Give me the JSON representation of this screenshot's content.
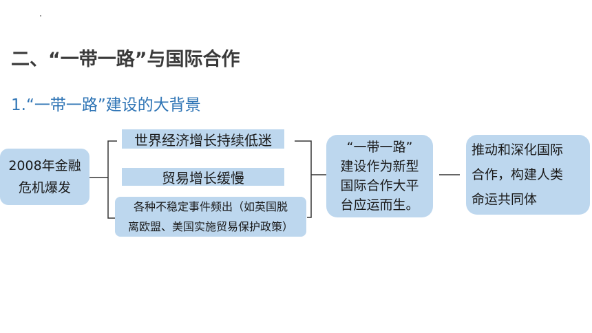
{
  "heading": "二、“一带一路”与国际合作",
  "subheading": "1.“一带一路”建设的大背景",
  "diagram": {
    "crisis": "2008年金融\n危机爆发",
    "economy": "世界经济增长持续低迷",
    "trade": "贸易增长缓慢",
    "unstable": "各种不稳定事件频出（如英国脱\n离欧盟、美国实施贸易保护政策）",
    "belt_road": "“一带一路”\n建设作为新型\n国际合作大平\n台应运而生。",
    "result": "推动和深化国际\n合作，构建人类\n命运共同体"
  },
  "colors": {
    "box_fill": "#bdd7ee",
    "heading": "#3a3a3a",
    "subheading": "#2e74b5",
    "connector": "#333333"
  }
}
